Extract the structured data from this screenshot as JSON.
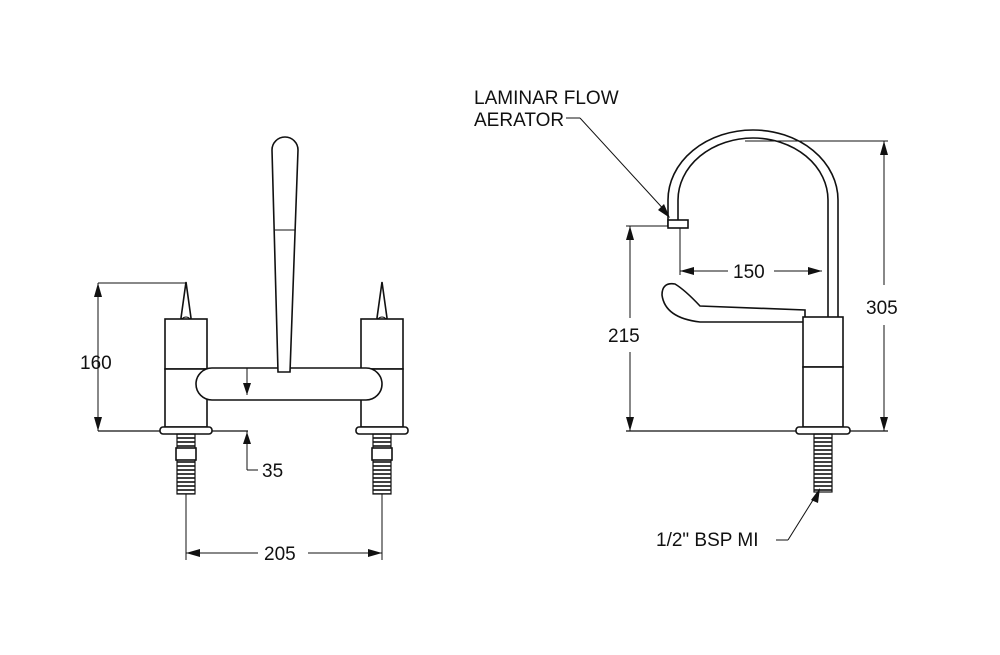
{
  "dimensions": {
    "height_left": "160",
    "pipe_offset": "35",
    "spacing": "205",
    "reach": "150",
    "spout_height": "215",
    "overall_height": "305"
  },
  "callouts": {
    "aerator_line1": "LAMINAR FLOW",
    "aerator_line2": "AERATOR",
    "inlet": "1/2\"  BSP MI"
  },
  "colors": {
    "ink": "#111111",
    "background": "#ffffff"
  }
}
